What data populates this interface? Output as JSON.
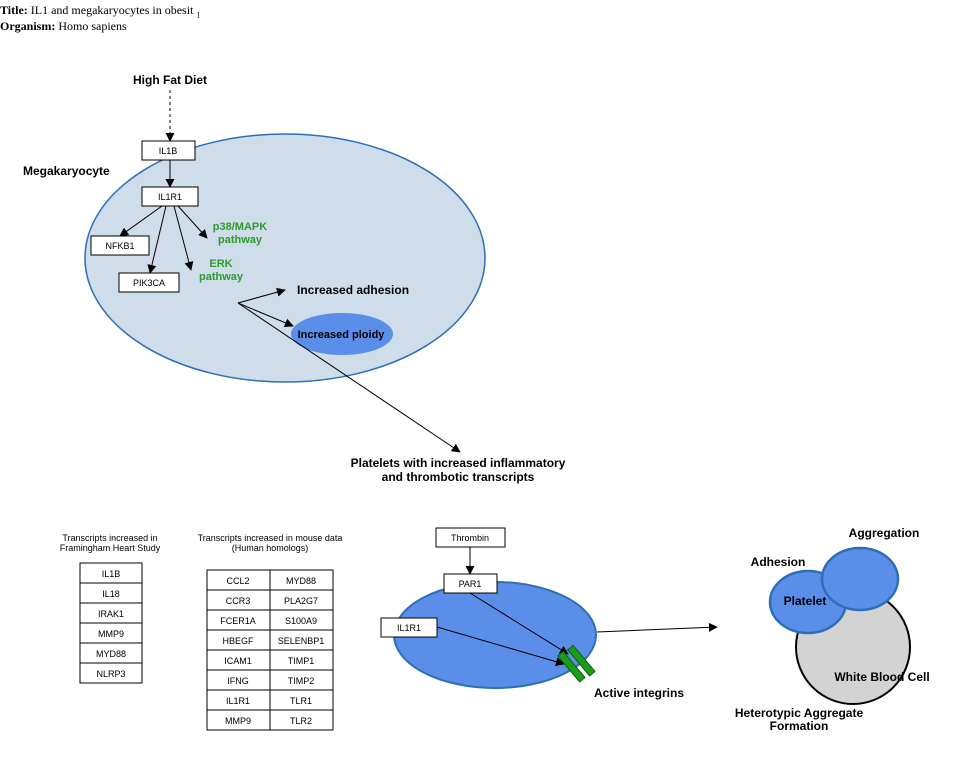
{
  "meta": {
    "title_label": "Title:",
    "title_value": "IL1 and megakaryocytes in obesit",
    "title_suffix": "1",
    "organism_label": "Organism:",
    "organism_value": "Homo sapiens"
  },
  "colors": {
    "cell_fill": "#cfdcea",
    "cell_stroke": "#2b6fb7",
    "nucleus_fill": "#5b8ee8",
    "platelet_fill": "#5b8ee8",
    "wbc_fill": "#d3d3d3",
    "pathway_green": "#2e9a2e",
    "integrin_green": "#1a9e1a"
  },
  "top": {
    "high_fat_diet": "High Fat Diet",
    "megakaryocyte": "Megakaryocyte",
    "il1b": "IL1B",
    "il1r1": "IL1R1",
    "nfkb1": "NFKB1",
    "pik3ca": "PIK3CA",
    "p38_line1": "p38/MAPK",
    "p38_line2": "pathway",
    "erk_line1": "ERK",
    "erk_line2": "pathway",
    "increased_adhesion": "Increased adhesion",
    "increased_ploidy": "Increased ploidy",
    "platelets_line1": "Platelets with increased inflammatory",
    "platelets_line2": "and thrombotic transcripts"
  },
  "framingham": {
    "header_line1": "Transcripts increased in",
    "header_line2": "Framingham Heart Study",
    "items": [
      "IL1B",
      "IL18",
      "IRAK1",
      "MMP9",
      "MYD88",
      "NLRP3"
    ]
  },
  "mouse": {
    "header_line1": "Transcripts increased in mouse data",
    "header_line2": "(Human homologs)",
    "rows": [
      [
        "CCL2",
        "MYD88"
      ],
      [
        "CCR3",
        "PLA2G7"
      ],
      [
        "FCER1A",
        "S100A9"
      ],
      [
        "HBEGF",
        "SELENBP1"
      ],
      [
        "ICAM1",
        "TIMP1"
      ],
      [
        "IFNG",
        "TIMP2"
      ],
      [
        "IL1R1",
        "TLR1"
      ],
      [
        "MMP9",
        "TLR2"
      ]
    ]
  },
  "platelet_cell": {
    "thrombin": "Thrombin",
    "par1": "PAR1",
    "il1r1": "IL1R1",
    "active_integrins": "Active integrins"
  },
  "aggregate": {
    "aggregation": "Aggregation",
    "adhesion": "Adhesion",
    "platelet": "Platelet",
    "white_blood_cell": "White Blood Cell",
    "heterotypic_line1": "Heterotypic Aggregate",
    "heterotypic_line2": "Formation"
  }
}
